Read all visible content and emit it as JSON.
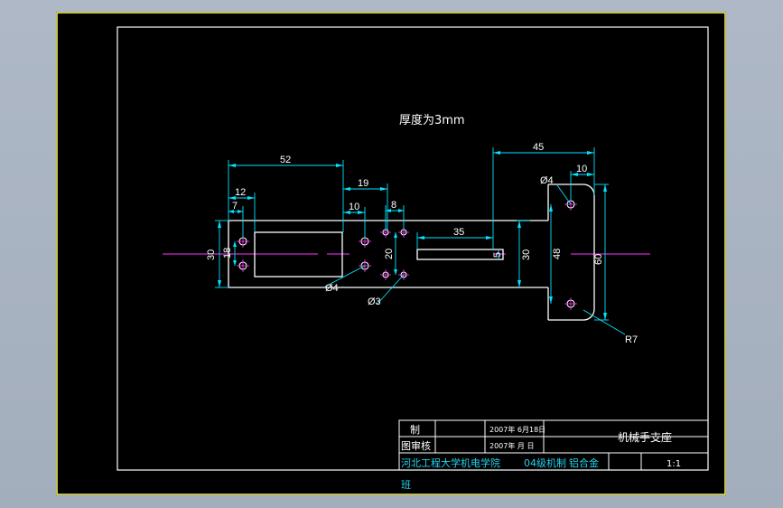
{
  "colors": {
    "background": "#000000",
    "frame": "#ffff66",
    "outline": "#ffffff",
    "dimension": "#00e5ff",
    "centerline": "#ff33ff",
    "hidden": "#ff3333"
  },
  "drawing": {
    "note": "厚度为3mm",
    "dimensions": {
      "d52": "52",
      "d19": "19",
      "d12": "12",
      "d7": "7",
      "d10a": "10",
      "d8": "8",
      "d45": "45",
      "d10b": "10",
      "d35": "35",
      "d5": "5",
      "d30a": "30",
      "d18": "18",
      "d20": "20",
      "d30b": "30",
      "d48": "48",
      "d60": "60",
      "phi4a": "Ø4",
      "phi4b": "Ø4",
      "phi3": "Ø3",
      "r7": "R7"
    }
  },
  "title_block": {
    "row1_label": "制",
    "row1_date": "2007年 6月18日",
    "row2_label": "图审核",
    "row2_date": "2007年  月  日",
    "part_name": "机械手支座",
    "school": "河北工程大学机电学院",
    "class": "04级机制",
    "material": "铝合金",
    "scale": "1:1",
    "overflow": "班"
  }
}
